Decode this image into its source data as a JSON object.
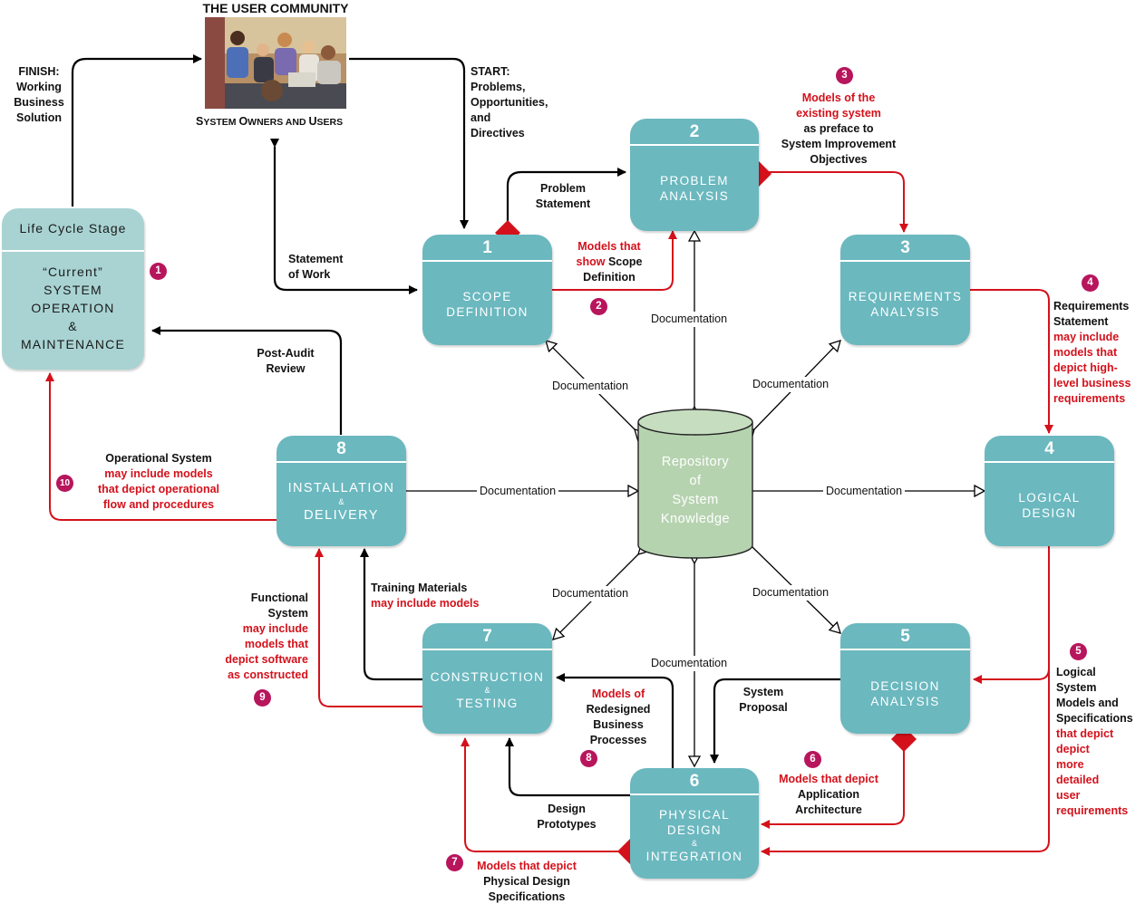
{
  "community": {
    "title": "THE USER COMMUNITY",
    "caption_parts": [
      "S",
      "YSTEM ",
      "O",
      "WNERS AND ",
      "U",
      "SERS"
    ]
  },
  "lifecycle": {
    "header": "Life Cycle Stage",
    "line1": "“Current”",
    "line2": "SYSTEM",
    "line3": "OPERATION",
    "line4": "&",
    "line5": "MAINTENANCE"
  },
  "stages": [
    {
      "number": "1",
      "title1": "SCOPE",
      "title2": "DEFINITION"
    },
    {
      "number": "2",
      "title1": "PROBLEM",
      "title2": "ANALYSIS"
    },
    {
      "number": "3",
      "title1": "REQUIREMENTS",
      "title2": "ANALYSIS"
    },
    {
      "number": "4",
      "title1": "LOGICAL",
      "title2": "DESIGN"
    },
    {
      "number": "5",
      "title1": "DECISION",
      "title2": "ANALYSIS"
    },
    {
      "number": "6",
      "title1": "PHYSICAL",
      "title2": "DESIGN",
      "amp": "&",
      "title3": "INTEGRATION"
    },
    {
      "number": "7",
      "title1": "CONSTRUCTION",
      "amp": "&",
      "title2": "TESTING"
    },
    {
      "number": "8",
      "title1": "INSTALLATION",
      "amp": "&",
      "title2": "DELIVERY"
    }
  ],
  "repository": {
    "line1": "Repository",
    "line2": "of",
    "line3": "System",
    "line4": "Knowledge"
  },
  "labels": {
    "finish": [
      "FINISH:",
      "Working",
      "Business",
      "Solution"
    ],
    "start": [
      "START:",
      "Problems,",
      "Opportunities,",
      "and",
      "Directives"
    ],
    "statement_of_work": [
      "Statement",
      "of Work"
    ],
    "problem_statement": [
      "Problem",
      "Statement"
    ],
    "scope_models": {
      "red1": "Models that",
      "red2": "show",
      "black2": "Scope",
      "black3": "Definition"
    },
    "existing_models": {
      "red1": "Models of the",
      "red2": "existing system",
      "black3": "as preface to",
      "black4": "System Improvement",
      "black5": "Objectives"
    },
    "requirements_statement": {
      "black1": "Requirements",
      "black2": "Statement",
      "red": [
        "may include",
        "models that",
        "depict high-",
        "level business",
        "requirements"
      ]
    },
    "post_audit": [
      "Post-Audit",
      "Review"
    ],
    "operational_system": {
      "black": "Operational System",
      "red": [
        "may include models",
        "that depict operational",
        "flow and procedures"
      ]
    },
    "functional_system": {
      "black": [
        "Functional",
        "System"
      ],
      "red": [
        "may include",
        "models that",
        "depict software",
        "as constructed"
      ]
    },
    "training": {
      "black": "Training Materials",
      "red": "may include models"
    },
    "redesigned": {
      "red": "Models of",
      "black": [
        "Redesigned",
        "Business",
        "Processes"
      ]
    },
    "system_proposal": [
      "System",
      "Proposal"
    ],
    "app_arch": {
      "red": "Models that depict",
      "black": [
        "Application",
        "Architecture"
      ]
    },
    "design_prototypes": [
      "Design",
      "Prototypes"
    ],
    "physical_specs": {
      "red": "Models that depict",
      "black": [
        "Physical Design",
        "Specifications"
      ]
    },
    "logical_models": {
      "black": [
        "Logical",
        "System",
        "Models and",
        "Specifications"
      ],
      "red": [
        "that depict",
        "depict",
        "more",
        "detailed",
        "user",
        "requirements"
      ]
    },
    "documentation": "Documentation"
  },
  "badges": [
    "1",
    "2",
    "3",
    "4",
    "5",
    "6",
    "7",
    "8",
    "9",
    "10"
  ],
  "colors": {
    "teal": "#6bb8bf",
    "pale_teal": "#a9d3d3",
    "repository": "#b6d3b0",
    "red": "#d4111b",
    "badge": "#b7155c"
  }
}
